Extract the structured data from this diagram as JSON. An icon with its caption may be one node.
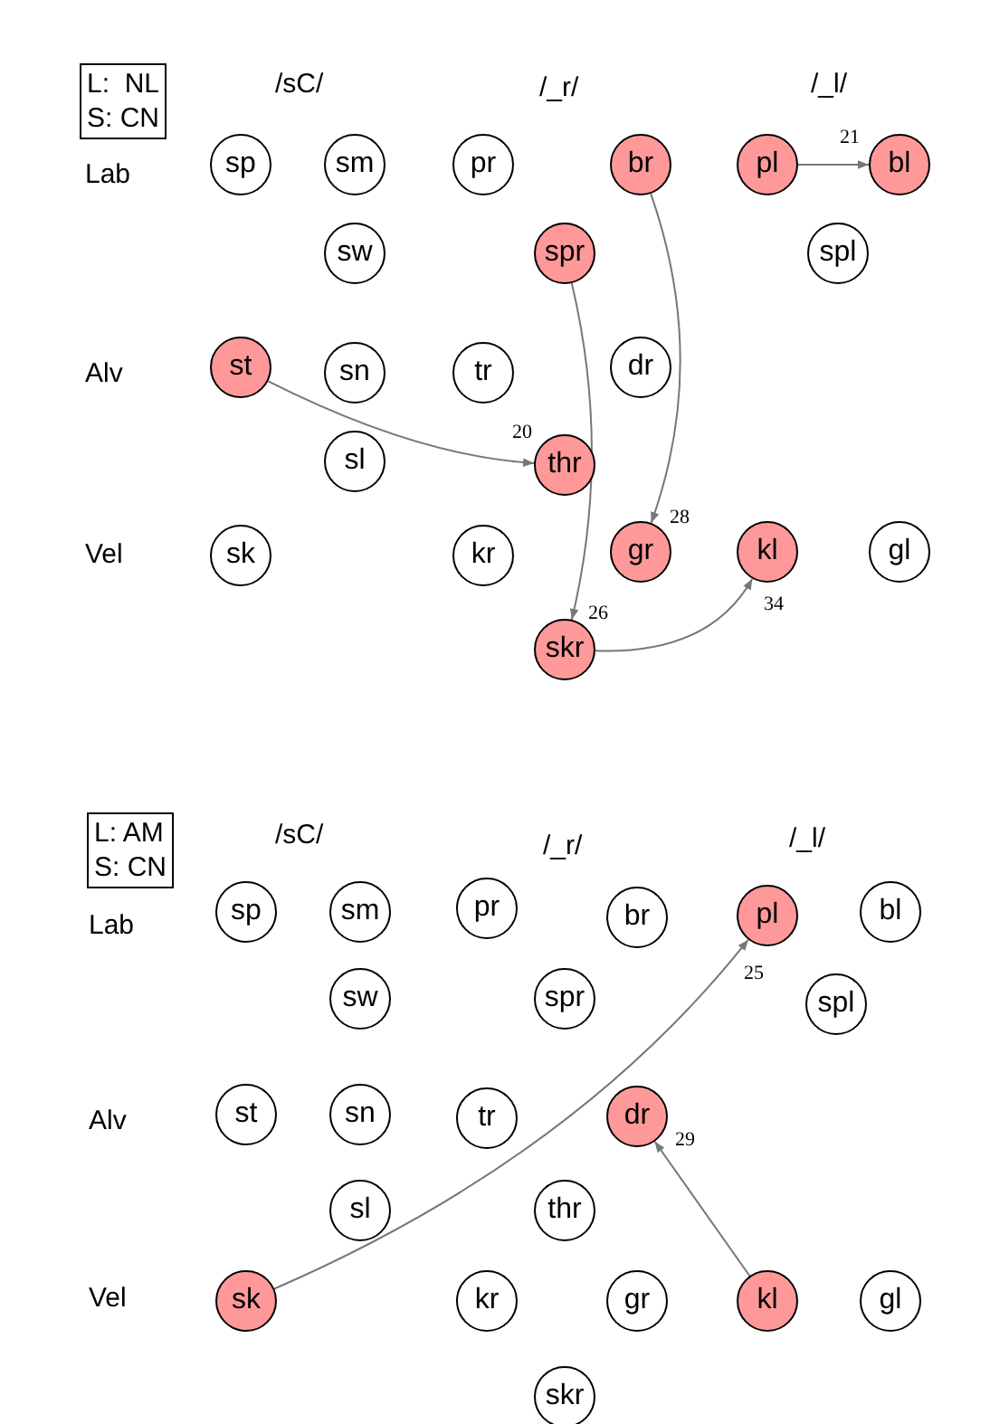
{
  "diagram": {
    "nodes": [
      {
        "text": [
          "L:  NL",
          "S: CN"
        ]
      },
      {
        "text": [
          "sp"
        ]
      },
      {
        "text": [
          "sm"
        ]
      },
      {
        "text": [
          "pr"
        ]
      },
      {
        "text": [
          "br"
        ]
      },
      {
        "text": [
          "pl"
        ]
      },
      {
        "text": [
          "bl"
        ]
      },
      {
        "text": [
          "sw"
        ]
      },
      {
        "text": [
          "spr"
        ]
      },
      {
        "text": [
          "spl"
        ]
      },
      {
        "text": [
          "st"
        ]
      },
      {
        "text": [
          "sn"
        ]
      },
      {
        "text": [
          "tr"
        ]
      },
      {
        "text": [
          "dr"
        ]
      },
      {
        "text": [
          "sl"
        ]
      },
      {
        "text": [
          "thr"
        ]
      },
      {
        "text": [
          "sk"
        ]
      },
      {
        "text": [
          "kr"
        ]
      },
      {
        "text": [
          "gr"
        ]
      },
      {
        "text": [
          "kl"
        ]
      },
      {
        "text": [
          "gl"
        ]
      },
      {
        "text": [
          "skr"
        ]
      },
      {
        "text": [
          "L: AM",
          "S: CN"
        ]
      },
      {
        "text": [
          "sp"
        ]
      },
      {
        "text": [
          "sm"
        ]
      },
      {
        "text": [
          "pr"
        ]
      },
      {
        "text": [
          "br"
        ]
      },
      {
        "text": [
          "pl"
        ]
      },
      {
        "text": [
          "bl"
        ]
      },
      {
        "text": [
          "sw"
        ]
      },
      {
        "text": [
          "spr"
        ]
      },
      {
        "text": [
          "spl"
        ]
      },
      {
        "text": [
          "st"
        ]
      },
      {
        "text": [
          "sn"
        ]
      },
      {
        "text": [
          "tr"
        ]
      },
      {
        "text": [
          "dr"
        ]
      },
      {
        "text": [
          "sl"
        ]
      },
      {
        "text": [
          "thr"
        ]
      },
      {
        "text": [
          "sk"
        ]
      },
      {
        "text": [
          "kr"
        ]
      },
      {
        "text": [
          "gr"
        ]
      },
      {
        "text": [
          "kl"
        ]
      },
      {
        "text": [
          "gl"
        ]
      },
      {
        "text": [
          "skr"
        ]
      }
    ],
    "edges": [
      {
        "from": 5,
        "to": 6,
        "arrow": "to",
        "label": "21"
      },
      {
        "from": 10,
        "to": 15,
        "arrow": "to",
        "label": "20"
      },
      {
        "from": 4,
        "to": 18,
        "arrow": "to",
        "label": "28"
      },
      {
        "from": 8,
        "to": 21,
        "arrow": "to",
        "label": "26"
      },
      {
        "from": 21,
        "to": 19,
        "arrow": "to",
        "label": "34"
      },
      {
        "from": 38,
        "to": 27,
        "arrow": "to",
        "label": "25"
      },
      {
        "from": 41,
        "to": 35,
        "arrow": "to",
        "label": "29"
      }
    ],
    "labels": [
      "/sC/",
      "/_r/",
      "/_l/",
      "Lab",
      "Alv",
      "Vel",
      "/sC/",
      "/_r/",
      "/_l/",
      "Lab",
      "Alv",
      "Vel"
    ]
  }
}
